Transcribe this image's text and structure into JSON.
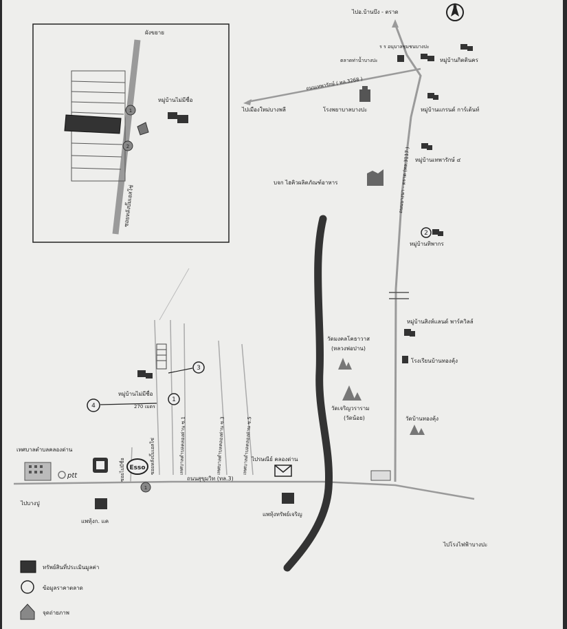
{
  "north_label": "N",
  "inset": {
    "road_top": "ผังขยาย",
    "road_side": "ซอยหลังบั๊มเอสโซ่",
    "village": "หมู่บ้านไม่มีชื่อ",
    "photo_points": [
      "1",
      "2"
    ]
  },
  "labels": {
    "to_ban_bueng": "ไปอ.บ้านบึง - ตราด",
    "school_top": "ร ร อนุบาลชุมชนบางปะ",
    "market": "ตลาดท่าน้ำบางปะ",
    "v_kittinakorn": "หมู่บ้านกิตตินคร",
    "road_thepparak": "ถนนเทพารักษ์ ( ทล.3268 )",
    "to_city": "ไปเมืองใหม่บางพลี",
    "hospital": "โรงพยาบาลบางปะ",
    "v_garden": "หมู่บ้านแกรนด์ การ์เด้นท์",
    "v_thepparak": "หมู่บ้านเทพารักษ์ ๔",
    "road_bangna": "ถนนบางนา - ตราด (ทล.3117 )",
    "factory": "บจก ไฮคิวผลิตภัณฑ์อาหาร",
    "v_thiphakorn": "หมู่บ้านทิพากร",
    "v_singland": "หมู่บ้านสิงห์แลนด์ พาร์ควิลล์",
    "school_kong": "โรงเรียนบ้านทองคุ้ง",
    "temple_mongkhon": "วัดมงคลโคธาวาส",
    "temple_mongkhon_sub": "(หลวงพ่อปาน)",
    "temple_charoen": "วัดเจริญวราราม",
    "temple_charoen_sub": "(วัดน้อย)",
    "temple_kong": "วัดบ้านทองคุ้ง",
    "village_unnamed": "หมู่บ้านไม่มีชื่อ",
    "distance": "270 เมตร",
    "municipality": "เทศบาลตำบลคลองด่าน",
    "soi_nameless": "ซอยไม่มีชื่อ",
    "soi_esso": "ซอยหลังบั๊มเอสโซ่",
    "road_tesaban1": "เทศบาลตำบลคลองด่าน ซ.1",
    "road_tesaban3": "เทศบาลตำบลคลองด่าน ซ.3",
    "road_tesaban5": "เทศบาลตำบลคลองด่าน ซ.5",
    "post_office": "ไปรษณีย์ คลองด่าน",
    "road_sukhumvit": "ถนนสุขุมวิท (ทล.3)",
    "to_bangpu": "ไปบางปู",
    "clinic_k": "แพทุ้งก. แค",
    "clinic_s": "แพทุ้งทรัพย์เจริญ",
    "to_power": "ไปโรงไฟฟ้าบางปะ",
    "ptt": "ptt",
    "esso": "Esso"
  },
  "photo_points": [
    "1",
    "2",
    "3",
    "4"
  ],
  "legend": {
    "items": [
      "ทรัพย์สินที่ประเมินมูลค่า",
      "ข้อมูลราคาตลาด",
      "จุดถ่ายภาพ"
    ]
  },
  "colors": {
    "paper": "#eeeeec",
    "ink": "#2a2a2a",
    "road": "#9a9a9a",
    "expressway": "#333333",
    "background": "#2a2a2c"
  }
}
